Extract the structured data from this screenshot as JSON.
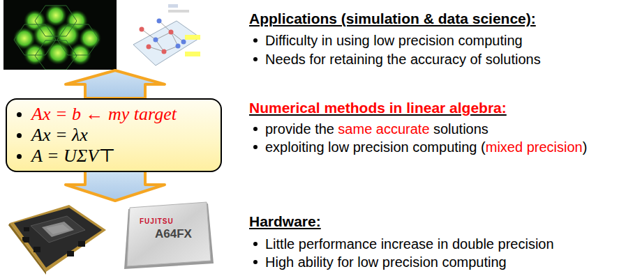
{
  "diagram": {
    "nodes": [
      {
        "text": [
          "Ax = b ← my target",
          "Ax = λx",
          "A = UΣV⊤"
        ]
      }
    ],
    "labels": [
      "Applications (simulation & data science):",
      "Difficulty in using low precision computing",
      "Needs for retaining the accuracy of solutions",
      "Numerical methods in linear algebra:",
      "provide the",
      "same accurate",
      "solutions",
      "exploiting low precision computing (",
      "mixed precision",
      ")",
      "Hardware:",
      "Little performance increase in double precision",
      "High ability for low precision computing",
      "FUJITSU",
      "A64FX"
    ]
  }
}
